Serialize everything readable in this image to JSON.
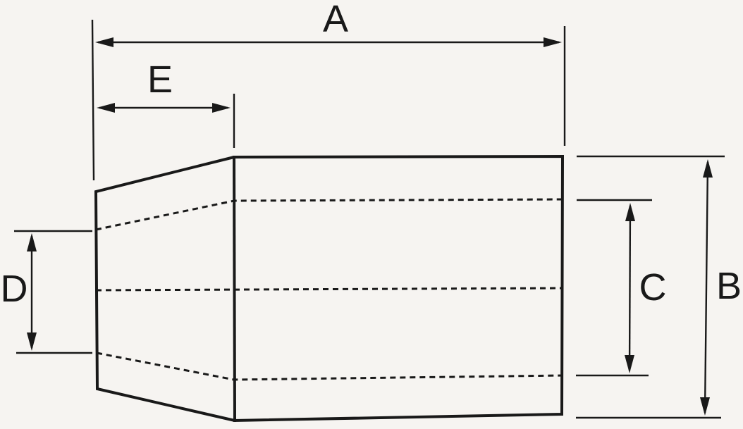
{
  "colors": {
    "background": "#f6f4f1",
    "line": "#191919"
  },
  "drawing": {
    "type": "engineering-dimension-drawing",
    "dimensions": {
      "a": {
        "label": "A",
        "orientation": "horizontal"
      },
      "e": {
        "label": "E",
        "orientation": "horizontal"
      },
      "d": {
        "label": "D",
        "orientation": "vertical"
      },
      "c": {
        "label": "C",
        "orientation": "vertical"
      },
      "b": {
        "label": "B",
        "orientation": "vertical"
      }
    }
  }
}
